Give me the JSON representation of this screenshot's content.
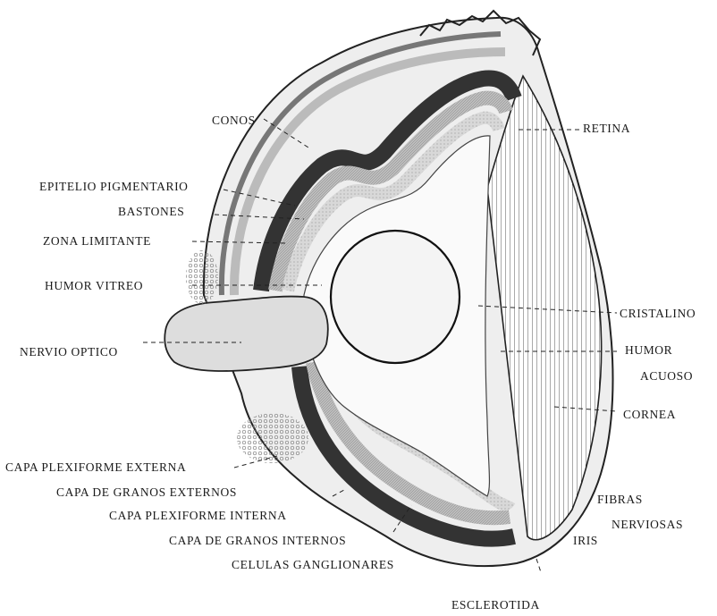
{
  "labels": {
    "conos": "CONOS",
    "retina": "RETINA",
    "epitelio_pigmentario": "EPITELIO PIGMENTARIO",
    "bastones": "BASTONES",
    "zona_limitante": "ZONA LIMITANTE",
    "humor_vitreo": "HUMOR VITREO",
    "cristalino": "CRISTALINO",
    "nervio_optico": "NERVIO OPTICO",
    "humor": "HUMOR",
    "acuoso": "ACUOSO",
    "cornea": "CORNEA",
    "capa_plexiforme_externa": "CAPA PLEXIFORME EXTERNA",
    "capa_de_granos_externos": "CAPA DE GRANOS EXTERNOS",
    "capa_plexiforme_interna": "CAPA PLEXIFORME INTERNA",
    "fibras": "FIBRAS",
    "nerviosas": "NERVIOSAS",
    "capa_de_granos_internos": "CAPA DE GRANOS INTERNOS",
    "iris": "IRIS",
    "celulas_ganglionares": "CELULAS GANGLIONARES",
    "esclerotida": "ESCLEROTIDA"
  },
  "colors": {
    "ink": "#1a1a1a",
    "paper": "#ffffff",
    "dark_layer": "#3a3a3a",
    "mid_layer": "#8a8a8a",
    "light_layer": "#c8c8c8"
  }
}
